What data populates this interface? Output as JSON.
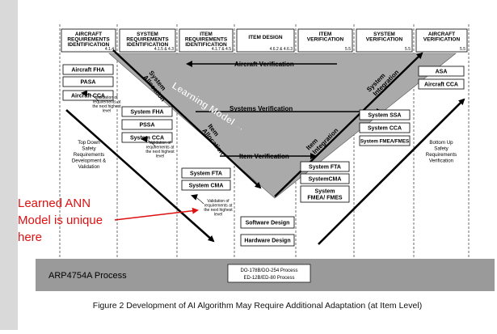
{
  "columns": [
    {
      "title": [
        "AIRCRAFT",
        "REQUIREMENTS",
        "IDENTIFICATION"
      ],
      "ref": "4.1.4"
    },
    {
      "title": [
        "SYSTEM",
        "REQUIREMENTS",
        "IDENTIFICATION"
      ],
      "ref": "4.1.5 & 4.3"
    },
    {
      "title": [
        "ITEM",
        "REQUIREMENTS",
        "IDENTIFICATION"
      ],
      "ref": "4.1.7 & 4.5"
    },
    {
      "title": [
        "ITEM DESIGN"
      ],
      "ref": "4.6.2 & 4.6.3"
    },
    {
      "title": [
        "ITEM",
        "VERIFICATION"
      ],
      "ref": "5.5"
    },
    {
      "title": [
        "SYSTEM",
        "VERIFICATION"
      ],
      "ref": "5.5"
    },
    {
      "title": [
        "AIRCRAFT",
        "VERIFICATION"
      ],
      "ref": "5.5"
    }
  ],
  "left_boxes": {
    "aircraft": [
      "Aircraft FHA",
      "PASA",
      "Aircraft CCA"
    ],
    "system": [
      "System FHA",
      "PSSA",
      "System CCA"
    ],
    "item": [
      "System FTA",
      "System CMA"
    ]
  },
  "right_boxes": {
    "aircraft": [
      "ASA",
      "Aircraft CCA"
    ],
    "system": [
      "System SSA",
      "System CCA",
      "System FMEA/FMES"
    ],
    "item": [
      "System FTA",
      "SystemCMA",
      "System FMEA/ FMES"
    ]
  },
  "design_boxes": [
    "Software Design",
    "Hardware Design"
  ],
  "validation_note": [
    "Validation of",
    "requirements at",
    "the next highest",
    "level"
  ],
  "top_down_label": [
    "Top Down",
    "Safety",
    "Requirements",
    "Development &",
    "Validation"
  ],
  "bottom_up_label": [
    "Bottom Up",
    "Safety",
    "Requirements",
    "Verification"
  ],
  "flow_labels": {
    "aircraft_verification": "Aircraft Verification",
    "systems_verification": "Systems Verification",
    "item_verification": "Item Verification",
    "system_allocation": [
      "System",
      "Allocation"
    ],
    "item_allocation": [
      "Item",
      "Allocation"
    ],
    "item_integration": [
      "Item",
      "Integration"
    ],
    "system_integration": [
      "System",
      "Integration"
    ]
  },
  "learning_model": "Learning Model →",
  "process_bar": {
    "title": "ARP4754A Process",
    "std1": "DO-178B/DO-254 Process",
    "std2": "ED-12B/ED-80 Process"
  },
  "annotation": [
    "Learned ANN",
    "Model is unique",
    "here"
  ],
  "caption": "Figure 2 Development of AI Algorithm May Require Additional Adaptation (at Item Level)",
  "colors": {
    "red": "#dd1111",
    "gray_v": "#aaaaaa",
    "bar": "#9a9a9a",
    "panel": "#ffffff"
  }
}
